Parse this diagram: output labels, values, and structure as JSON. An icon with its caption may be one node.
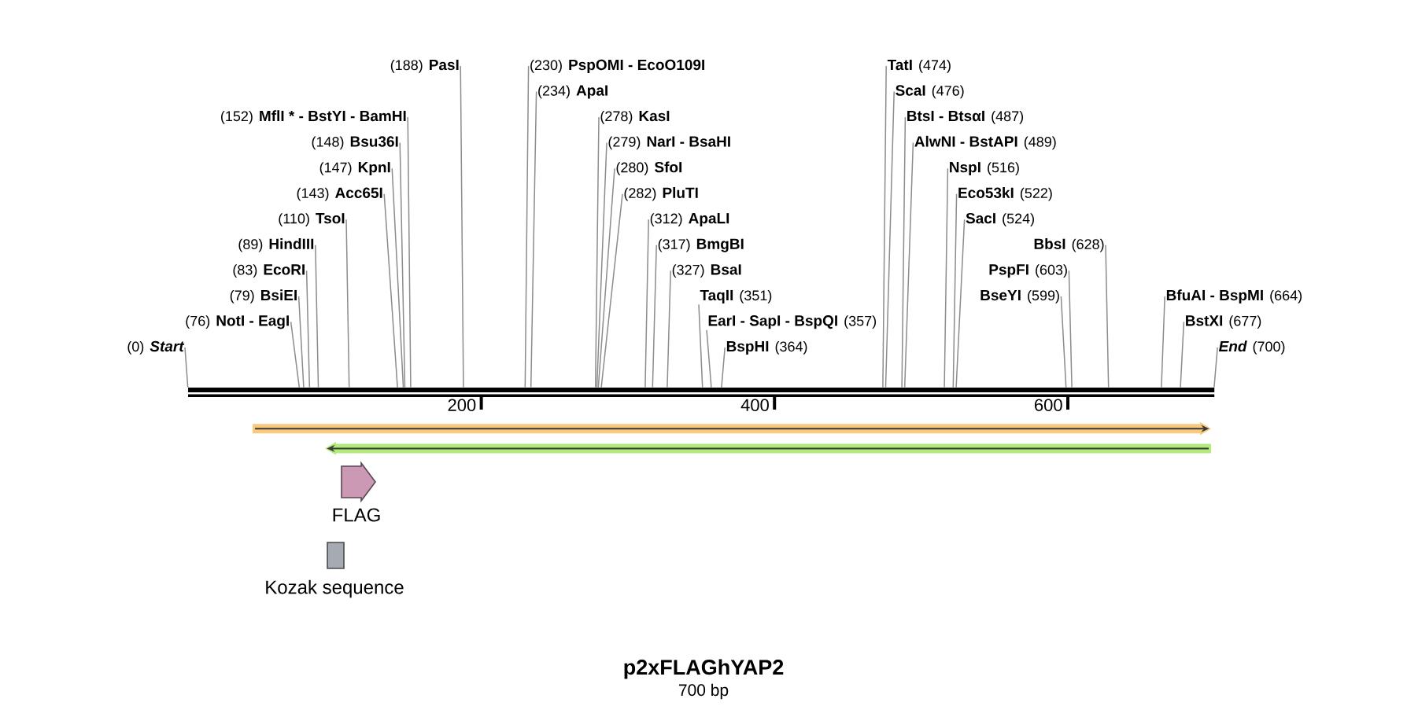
{
  "diagram": {
    "title": "p2xFLAGhYAP2",
    "caption": "700 bp",
    "nodes": [
      {
        "text": [
          "(0)",
          "Start"
        ]
      },
      {
        "text": [
          "(76)",
          "NotI - EagI"
        ]
      },
      {
        "text": [
          "(79)",
          "BsiEI"
        ]
      },
      {
        "text": [
          "(83)",
          "EcoRI"
        ]
      },
      {
        "text": [
          "(89)",
          "HindIII"
        ]
      },
      {
        "text": [
          "(110)",
          "TsoI"
        ]
      },
      {
        "text": [
          "(143)",
          "Acc65I"
        ]
      },
      {
        "text": [
          "(147)",
          "KpnI"
        ]
      },
      {
        "text": [
          "(148)",
          "Bsu36I"
        ]
      },
      {
        "text": [
          "(152)",
          "MflI * - BstYI - BamHI"
        ]
      },
      {
        "text": [
          "(188)",
          "PasI"
        ]
      },
      {
        "text": [
          "(230)",
          "PspOMI - EcoO109I"
        ]
      },
      {
        "text": [
          "(234)",
          "ApaI"
        ]
      },
      {
        "text": [
          "(278)",
          "KasI"
        ]
      },
      {
        "text": [
          "(279)",
          "NarI - BsaHI"
        ]
      },
      {
        "text": [
          "(280)",
          "SfoI"
        ]
      },
      {
        "text": [
          "(282)",
          "PluTI"
        ]
      },
      {
        "text": [
          "(312)",
          "ApaLI"
        ]
      },
      {
        "text": [
          "(317)",
          "BmgBI"
        ]
      },
      {
        "text": [
          "(327)",
          "BsaI"
        ]
      },
      {
        "text": [
          "TaqII",
          "(351)"
        ]
      },
      {
        "text": [
          "EarI - SapI - BspQI",
          "(357)"
        ]
      },
      {
        "text": [
          "BspHI",
          "(364)"
        ]
      },
      {
        "text": [
          "TatI",
          "(474)"
        ]
      },
      {
        "text": [
          "ScaI",
          "(476)"
        ]
      },
      {
        "text": [
          "BtsI - BtsαI",
          "(487)"
        ]
      },
      {
        "text": [
          "AlwNI - BstAPI",
          "(489)"
        ]
      },
      {
        "text": [
          "NspI",
          "(516)"
        ]
      },
      {
        "text": [
          "Eco53kI",
          "(522)"
        ]
      },
      {
        "text": [
          "SacI",
          "(524)"
        ]
      },
      {
        "text": [
          "BseYI",
          "(599)"
        ]
      },
      {
        "text": [
          "PspFI",
          "(603)"
        ]
      },
      {
        "text": [
          "BbsI",
          "(628)"
        ]
      },
      {
        "text": [
          "BfuAI - BspMI",
          "(664)"
        ]
      },
      {
        "text": [
          "BstXI",
          "(677)"
        ]
      },
      {
        "text": [
          "End",
          "(700)"
        ]
      },
      {
        "text": [],
        "shape": "bar"
      },
      {
        "text": [],
        "shape": "arrow"
      },
      {
        "text": [],
        "shape": "arrow"
      },
      {
        "text": [
          "FLAG"
        ]
      },
      {
        "text": [
          "Kozak sequence"
        ]
      }
    ],
    "edges": [
      {
        "from": 0,
        "to": 36,
        "arrow": "none"
      },
      {
        "from": 1,
        "to": 36,
        "arrow": "none"
      },
      {
        "from": 2,
        "to": 36,
        "arrow": "none"
      },
      {
        "from": 3,
        "to": 36,
        "arrow": "none"
      },
      {
        "from": 4,
        "to": 36,
        "arrow": "none"
      },
      {
        "from": 5,
        "to": 36,
        "arrow": "none"
      },
      {
        "from": 6,
        "to": 36,
        "arrow": "none"
      },
      {
        "from": 7,
        "to": 36,
        "arrow": "none"
      },
      {
        "from": 8,
        "to": 36,
        "arrow": "none"
      },
      {
        "from": 9,
        "to": 36,
        "arrow": "none"
      },
      {
        "from": 10,
        "to": 36,
        "arrow": "none"
      },
      {
        "from": 11,
        "to": 36,
        "arrow": "none"
      },
      {
        "from": 12,
        "to": 36,
        "arrow": "none"
      },
      {
        "from": 13,
        "to": 36,
        "arrow": "none"
      },
      {
        "from": 14,
        "to": 36,
        "arrow": "none"
      },
      {
        "from": 15,
        "to": 36,
        "arrow": "none"
      },
      {
        "from": 16,
        "to": 36,
        "arrow": "none"
      },
      {
        "from": 17,
        "to": 36,
        "arrow": "none"
      },
      {
        "from": 18,
        "to": 36,
        "arrow": "none"
      },
      {
        "from": 19,
        "to": 36,
        "arrow": "none"
      },
      {
        "from": 20,
        "to": 36,
        "arrow": "none"
      },
      {
        "from": 21,
        "to": 36,
        "arrow": "none"
      },
      {
        "from": 22,
        "to": 36,
        "arrow": "none"
      },
      {
        "from": 23,
        "to": 36,
        "arrow": "none"
      },
      {
        "from": 24,
        "to": 36,
        "arrow": "none"
      },
      {
        "from": 25,
        "to": 36,
        "arrow": "none"
      },
      {
        "from": 26,
        "to": 36,
        "arrow": "none"
      },
      {
        "from": 27,
        "to": 36,
        "arrow": "none"
      },
      {
        "from": 28,
        "to": 36,
        "arrow": "none"
      },
      {
        "from": 29,
        "to": 36,
        "arrow": "none"
      },
      {
        "from": 30,
        "to": 36,
        "arrow": "none"
      },
      {
        "from": 31,
        "to": 36,
        "arrow": "none"
      },
      {
        "from": 32,
        "to": 36,
        "arrow": "none"
      },
      {
        "from": 33,
        "to": 36,
        "arrow": "none"
      },
      {
        "from": 34,
        "to": 36,
        "arrow": "none"
      },
      {
        "from": 35,
        "to": 36,
        "arrow": "none"
      }
    ],
    "labels": [
      "200",
      "400",
      "600"
    ]
  }
}
